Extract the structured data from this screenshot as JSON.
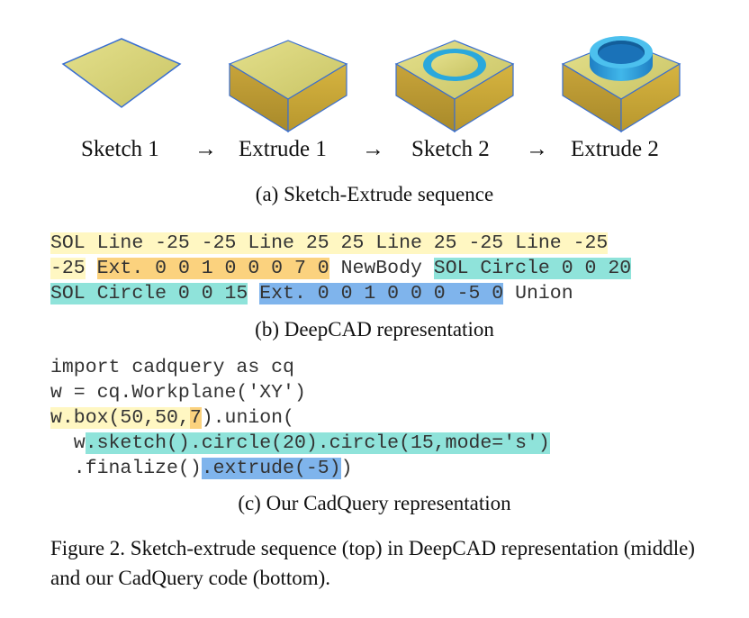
{
  "sequence": {
    "steps": [
      "Sketch 1",
      "Extrude 1",
      "Sketch 2",
      "Extrude 2"
    ],
    "arrow": "→"
  },
  "captions": {
    "a": "(a) Sketch-Extrude sequence",
    "b": "(b) DeepCAD representation",
    "c": "(c) Our CadQuery representation"
  },
  "deepcad": {
    "line1": {
      "sol_lines": "SOL Line -25 -25 Line 25 25 Line 25 -25 Line -25"
    },
    "line2": {
      "tail": "-25",
      "ext": "Ext. 0 0 1 0 0 0 7 0",
      "op": " NewBody ",
      "sol_circle": "SOL Circle 0 0 20"
    },
    "line3": {
      "sol_circle": "SOL Circle 0 0 15",
      "gap": " ",
      "ext": "Ext. 0 0 1 0 0 0 -5 0",
      "op": " Union"
    }
  },
  "cadquery": {
    "line1": "import cadquery as cq",
    "line2": "w = cq.Workplane('XY')",
    "line3": {
      "box_pre": "w.box(50,50,",
      "box_height": "7",
      "box_post": ").union("
    },
    "line4": {
      "indent": "  w",
      "sketch": ".sketch().circle(20).circle(15,mode='s')"
    },
    "line5": {
      "pre": "  .finalize()",
      "extrude": ".extrude(-5)",
      "post": ")"
    }
  },
  "figure_caption": "Figure 2. Sketch-extrude sequence (top) in DeepCAD representation (middle) and our CadQuery code (bottom).",
  "colors": {
    "face_top": "#d4d078",
    "face_side": "#c7a93c",
    "edge": "#3a6fd0",
    "ring": "#2aa8dc",
    "hl_sketch": "#fff7c2",
    "hl_extrude1": "#fbd27e",
    "hl_sketch2": "#8fe3da",
    "hl_extrude2": "#7fb4ec"
  }
}
